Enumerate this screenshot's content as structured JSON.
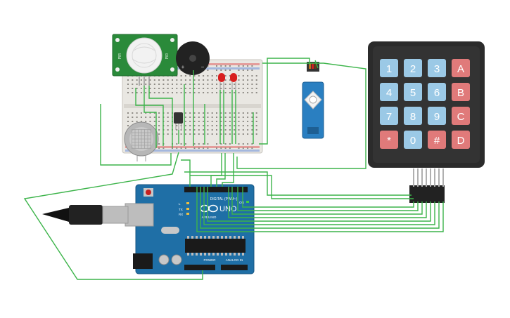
{
  "pir_sensor": {
    "left_text": "PIR",
    "right_text": "PIR"
  },
  "buzzer": {
    "plus": "+",
    "minus": "−"
  },
  "arduino": {
    "brand": "UNO",
    "maker": "ARDUINO",
    "digital_label": "DIGITAL (PWM~)",
    "analog_label": "ANALOG IN",
    "power_label": "POWER",
    "l_label": "L",
    "tx_label": "TX",
    "rx_label": "RX",
    "on_label": "ON"
  },
  "keypad": {
    "rows": [
      [
        "1",
        "2",
        "3",
        "A"
      ],
      [
        "4",
        "5",
        "6",
        "B"
      ],
      [
        "7",
        "8",
        "9",
        "C"
      ],
      [
        "*",
        "0",
        "#",
        "D"
      ]
    ]
  },
  "colors": {
    "wire": "#3cb44a",
    "arduino_board": "#1f6fa6",
    "pir_board": "#2a8a3a",
    "keypad_body": "#2b2b2b",
    "key_blue": "#9bc9e6",
    "key_red": "#e07a7a",
    "servo_body": "#2a7fc1",
    "breadboard": "#e9e7e2"
  }
}
